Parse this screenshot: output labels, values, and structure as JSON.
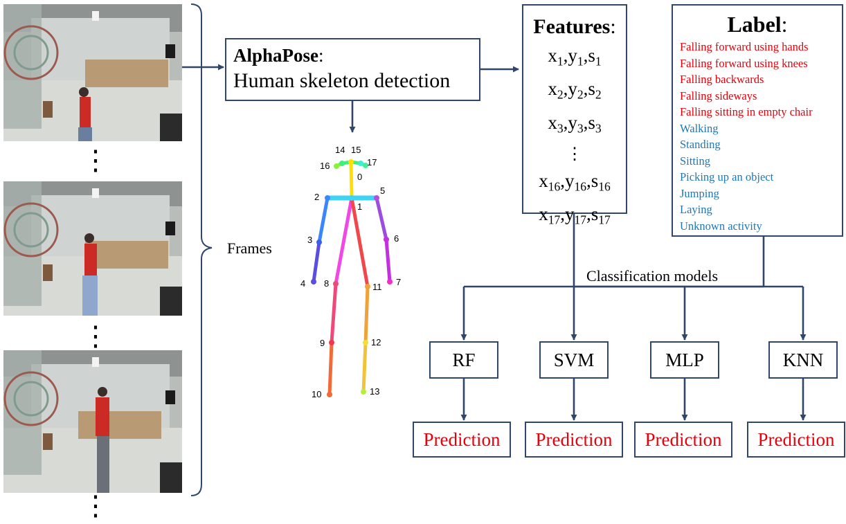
{
  "alphapose": {
    "name": "AlphaPose",
    "colon": ":",
    "desc": "Human skeleton detection"
  },
  "features": {
    "title": "Features",
    "colon": ":",
    "rows": [
      {
        "i": "1"
      },
      {
        "i": "2"
      },
      {
        "i": "3"
      }
    ],
    "ellipsis": "⋮",
    "rows_tail": [
      {
        "i": "16"
      },
      {
        "i": "17"
      }
    ]
  },
  "label": {
    "title": "Label",
    "colon": ":",
    "falls": [
      "Falling forward using hands",
      "Falling forward using knees",
      "Falling backwards",
      "Falling sideways",
      "Falling sitting in empty chair"
    ],
    "normals": [
      "Walking",
      "Standing",
      "Sitting",
      "Picking up an object",
      "Jumping",
      "Laying",
      "Unknown activity"
    ]
  },
  "frames_label": "Frames",
  "frame_dots": "⋮",
  "classification_label": "Classification models",
  "models": [
    "RF",
    "SVM",
    "MLP",
    "KNN"
  ],
  "prediction_label": "Prediction",
  "skeleton_keypoints": [
    "0",
    "1",
    "2",
    "3",
    "4",
    "5",
    "6",
    "7",
    "8",
    "9",
    "10",
    "11",
    "12",
    "13",
    "14",
    "15",
    "16",
    "17"
  ],
  "colors": {
    "border": "#2f4668",
    "fall_text": "#e8000b",
    "normal_text": "#1f77b4",
    "prediction_text": "#e8000b"
  }
}
